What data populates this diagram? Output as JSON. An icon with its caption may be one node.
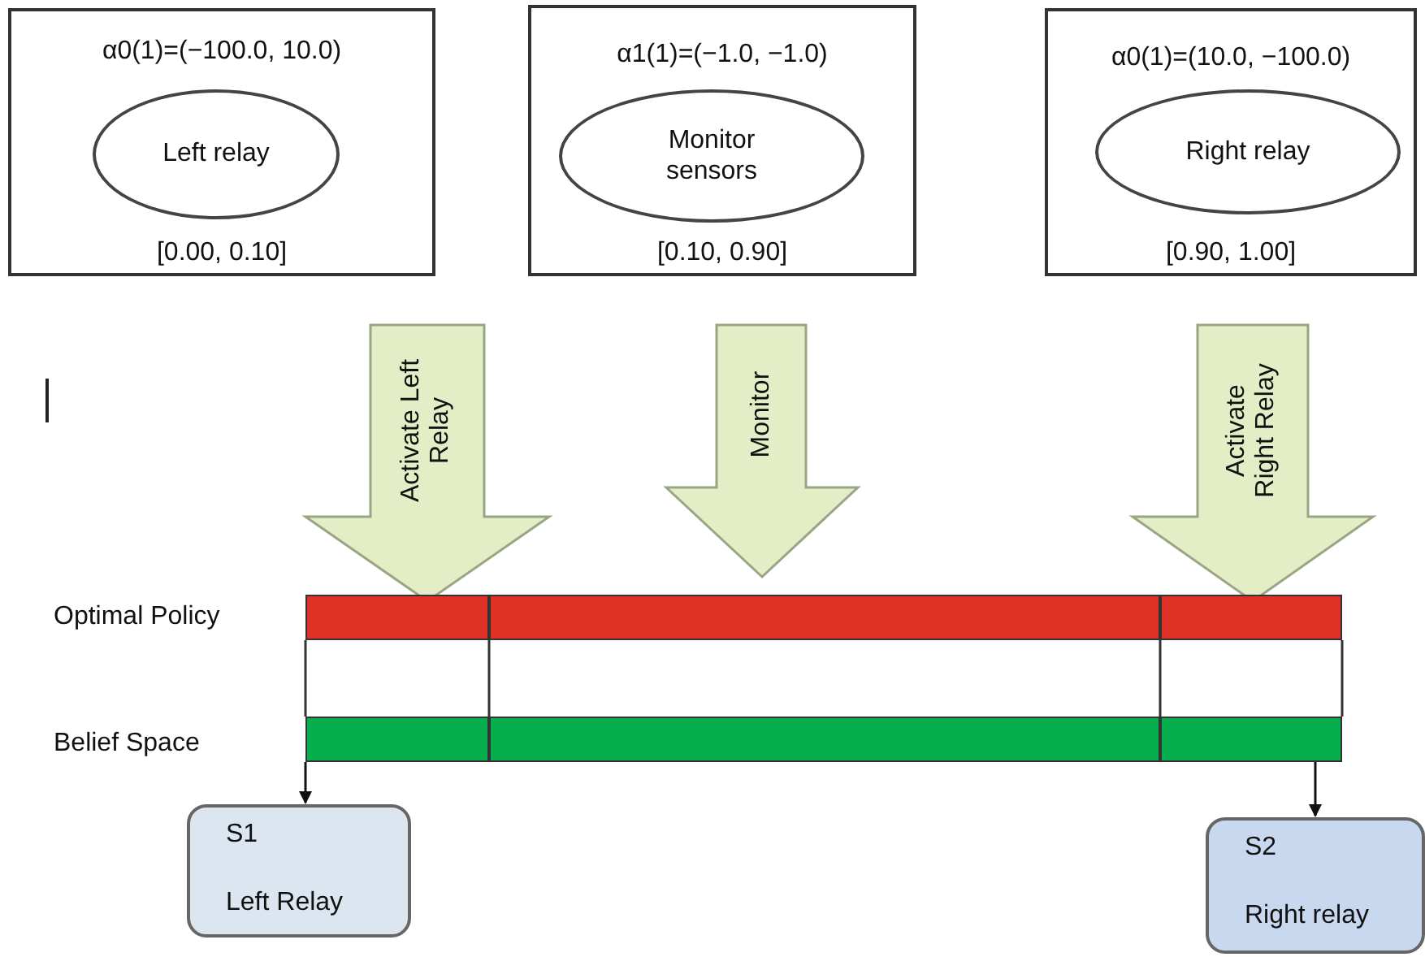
{
  "diagram": {
    "nodes": [
      {
        "text": [
          "α0(1)=(−100.0, 10.0)",
          "[0.00, 0.10]"
        ]
      },
      {
        "text": [
          "Left relay"
        ],
        "in": 0
      },
      {
        "text": [
          "α1(1)=(−1.0, −1.0)",
          "[0.10, 0.90]"
        ]
      },
      {
        "text": [
          "Monitor sensors"
        ],
        "in": 2
      },
      {
        "text": [
          "α0(1)=(10.0, −100.0)",
          "[0.90, 1.00]"
        ]
      },
      {
        "text": [
          "Right relay"
        ],
        "in": 4
      },
      {
        "text": [
          "Activate Left Relay"
        ]
      },
      {
        "text": [
          "Monitor"
        ]
      },
      {
        "text": [
          "Activate Right Relay"
        ]
      },
      {
        "text": [],
        "shape": "bar"
      },
      {
        "text": [],
        "shape": "bar"
      },
      {
        "text": [],
        "shape": "bar"
      },
      {
        "text": [],
        "shape": "bar"
      },
      {
        "text": [],
        "shape": "bar"
      },
      {
        "text": [],
        "shape": "bar"
      },
      {
        "text": [
          "S1",
          "Left Relay"
        ]
      },
      {
        "text": [
          "S2",
          "Right relay"
        ]
      }
    ],
    "edges": [
      {
        "from": 12,
        "to": 15,
        "arrow": "to"
      },
      {
        "from": 14,
        "to": 16,
        "arrow": "to"
      }
    ],
    "labels": [
      "Optimal Policy",
      "Belief Space"
    ]
  }
}
